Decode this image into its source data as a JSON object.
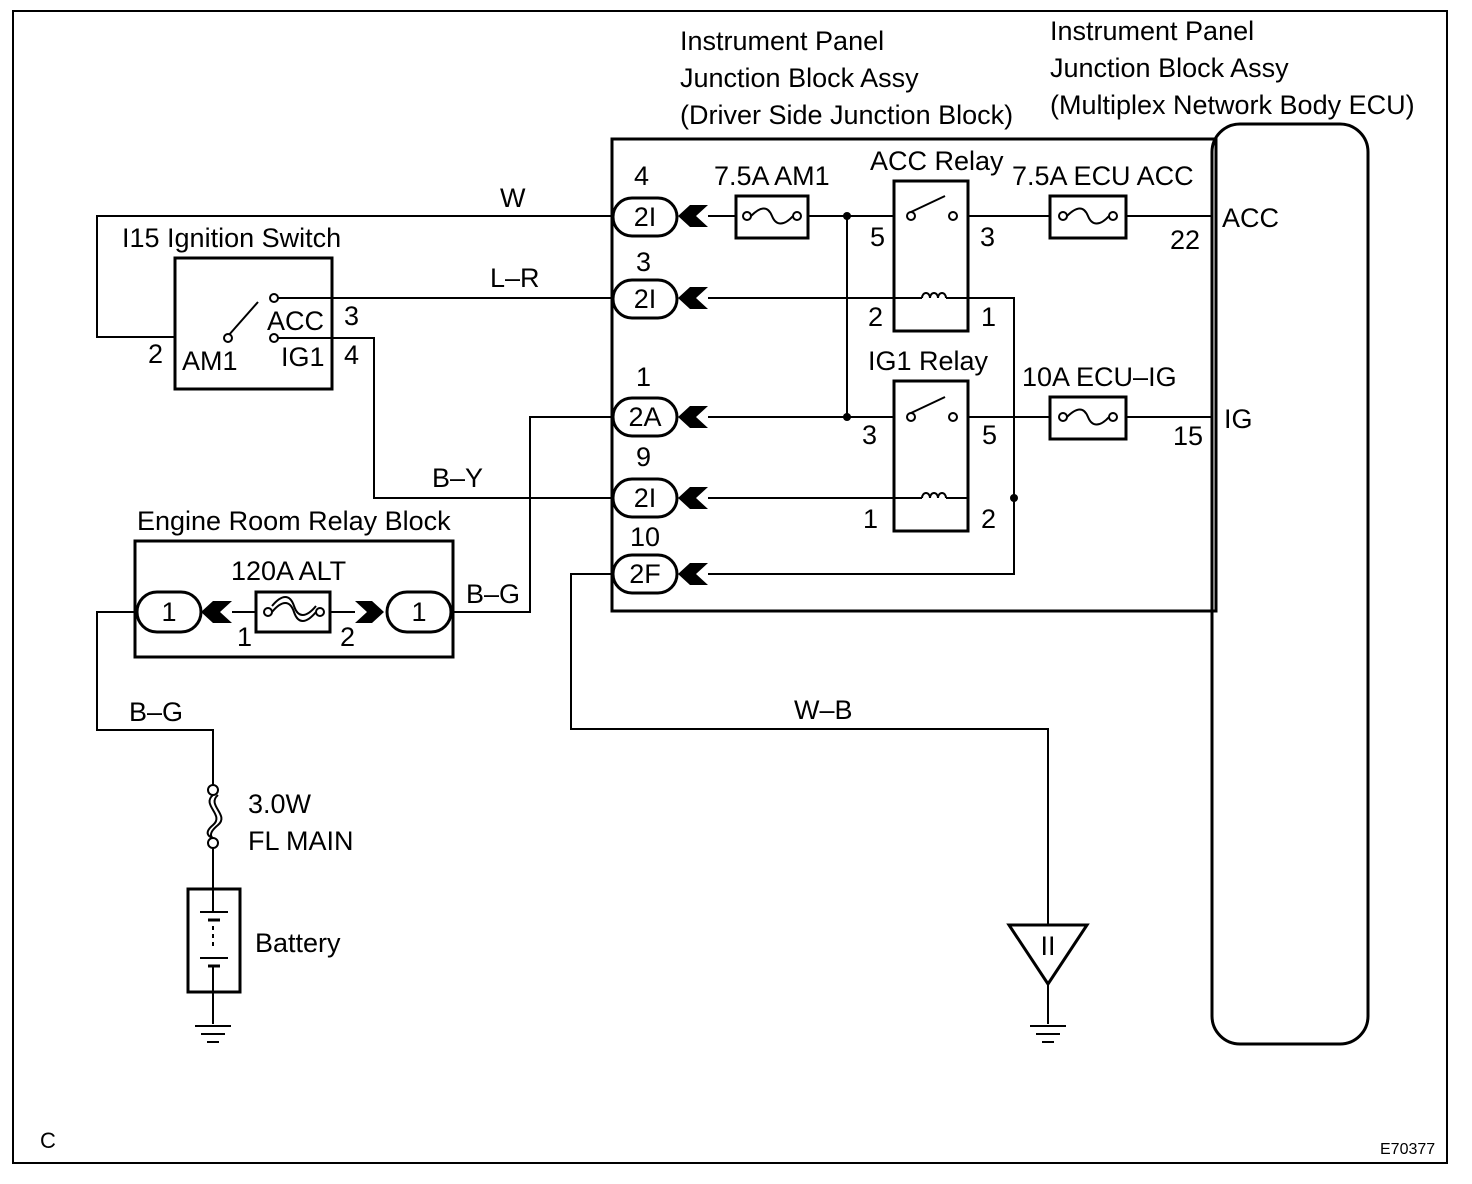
{
  "labels": {
    "ip_jb_title_line1": "Instrument Panel",
    "ip_jb_title_line2": "Junction Block Assy",
    "ip_jb_title_line3": "(Driver Side Junction Block)",
    "ecu_title_line1": "Instrument Panel",
    "ecu_title_line2": "Junction Block Assy",
    "ecu_title_line3": "(Multiplex Network Body ECU)",
    "ignition_switch": "I15 Ignition Switch",
    "engine_relay_block": "Engine Room Relay Block",
    "acc_relay": "ACC Relay",
    "ig1_relay": "IG1 Relay",
    "fuse_am1": "7.5A AM1",
    "fuse_ecu_acc": "7.5A ECU ACC",
    "fuse_ecu_ig": "10A ECU–IG",
    "fuse_alt": "120A ALT",
    "fusible_link_1": "3.0W",
    "fusible_link_2": "FL  MAIN",
    "battery": "Battery",
    "corner_c": "C",
    "figure_code": "E70377"
  },
  "wire_colors": {
    "w": "W",
    "lr": "L–R",
    "by": "B–Y",
    "bg_relay": "B–G",
    "bg_battery": "B–G",
    "wb": "W–B"
  },
  "switch_terminals": {
    "acc": "ACC",
    "ig1": "IG1",
    "am1": "AM1",
    "pin_acc": "3",
    "pin_ig1": "4",
    "pin_am1": "2"
  },
  "connectors": [
    {
      "label": "2I",
      "pin": "4"
    },
    {
      "label": "2I",
      "pin": "3"
    },
    {
      "label": "2A",
      "pin": "1"
    },
    {
      "label": "2I",
      "pin": "9"
    },
    {
      "label": "2F",
      "pin": "10"
    }
  ],
  "relay_block_connectors": {
    "left": "1",
    "right": "1",
    "pin_left": "1",
    "pin_right": "2"
  },
  "acc_relay_pins": {
    "p5": "5",
    "p3": "3",
    "p2": "2",
    "p1": "1"
  },
  "ig1_relay_pins": {
    "p3": "3",
    "p5": "5",
    "p1": "1",
    "p2": "2"
  },
  "ecu_terminals": {
    "acc": "ACC",
    "acc_pin": "22",
    "ig": "IG",
    "ig_pin": "15"
  },
  "ground_symbol": "II"
}
